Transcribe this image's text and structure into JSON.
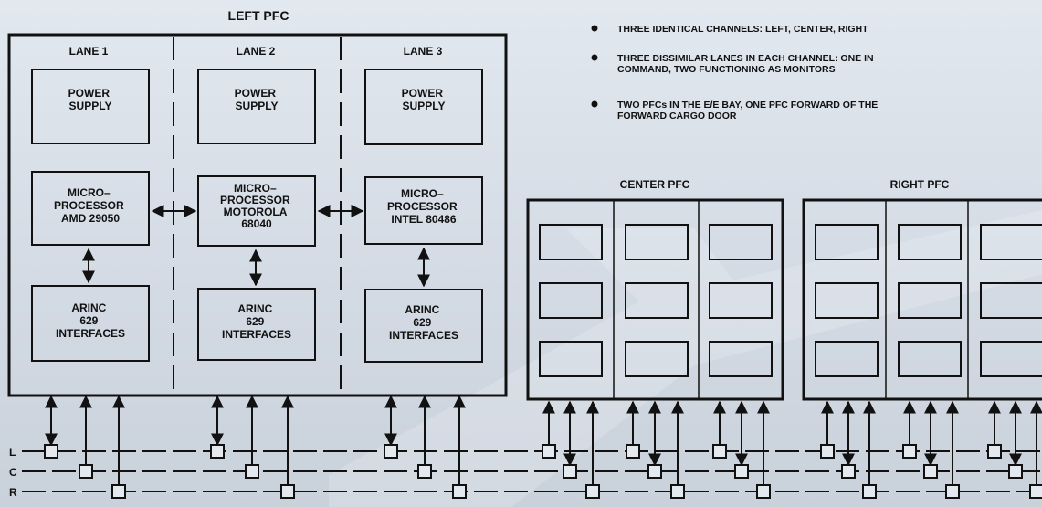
{
  "left_pfc": {
    "title": "LEFT PFC",
    "lanes": [
      {
        "label": "LANE 1",
        "power": [
          "POWER",
          "SUPPLY"
        ],
        "cpu": [
          "MICRO–",
          "PROCESSOR",
          "AMD 29050"
        ],
        "arinc": [
          "ARINC",
          "629",
          "INTERFACES"
        ]
      },
      {
        "label": "LANE 2",
        "power": [
          "POWER",
          "SUPPLY"
        ],
        "cpu": [
          "MICRO–",
          "PROCESSOR",
          "MOTOROLA",
          "68040"
        ],
        "arinc": [
          "ARINC",
          "629",
          "INTERFACES"
        ]
      },
      {
        "label": "LANE 3",
        "power": [
          "POWER",
          "SUPPLY"
        ],
        "cpu": [
          "MICRO–",
          "PROCESSOR",
          "INTEL 80486"
        ],
        "arinc": [
          "ARINC",
          "629",
          "INTERFACES"
        ]
      }
    ]
  },
  "center_pfc": {
    "title": "CENTER PFC"
  },
  "right_pfc": {
    "title": "RIGHT PFC"
  },
  "bus_labels": [
    "L",
    "C",
    "R"
  ],
  "bullets": [
    [
      "THREE IDENTICAL CHANNELS:  LEFT, CENTER, RIGHT"
    ],
    [
      "THREE DISSIMILAR LANES IN EACH CHANNEL:  ONE IN",
      "COMMAND, TWO FUNCTIONING AS MONITORS"
    ],
    [
      "TWO PFCs IN THE E/E BAY, ONE PFC FORWARD OF THE",
      "FORWARD CARGO DOOR"
    ]
  ],
  "colors": {
    "ink": "#111111",
    "background": "#d6dde6",
    "box_fill": "#e4e9ef"
  }
}
